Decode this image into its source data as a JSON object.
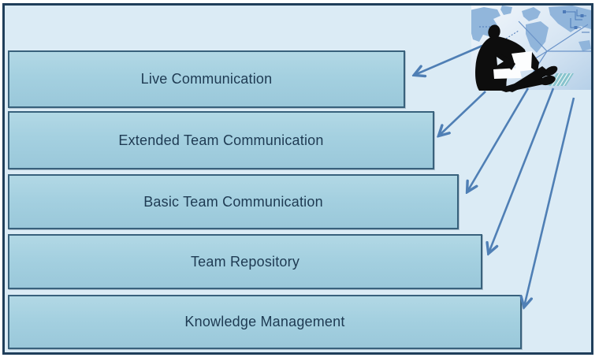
{
  "bars": [
    {
      "label": "Live Communication"
    },
    {
      "label": "Extended Team Communication"
    },
    {
      "label": "Basic Team Communication"
    },
    {
      "label": "Team Repository"
    },
    {
      "label": "Knowledge Management"
    }
  ],
  "illustration": {
    "person_icon": "person-sitting-with-laptop",
    "background_icon": "world-map-network"
  },
  "colors": {
    "canvas_background": "#dbebf5",
    "frame_border": "#1f3e5a",
    "bar_fill": "#a4d0e0",
    "bar_border": "#38617c",
    "arrow": "#4f7fb5",
    "label_text": "#1e3a52"
  }
}
